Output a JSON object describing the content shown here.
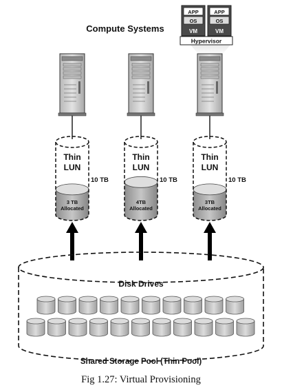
{
  "diagram": {
    "compute_title": "Compute Systems",
    "vm_boxes": [
      {
        "app": "APP",
        "os": "OS",
        "vm": "VM"
      },
      {
        "app": "APP",
        "os": "OS",
        "vm": "VM"
      }
    ],
    "hypervisor": "Hypervisor",
    "thin_luns": [
      {
        "line1": "Thin",
        "line2": "LUN",
        "size": "10 TB",
        "alloc_size": "3 TB",
        "alloc_label": "Allocated",
        "fill_level": 0.35
      },
      {
        "line1": "Thin",
        "line2": "LUN",
        "size": "10 TB",
        "alloc_size": "4TB",
        "alloc_label": "Allocated",
        "fill_level": 0.45
      },
      {
        "line1": "Thin",
        "line2": "LUN",
        "size": "10 TB",
        "alloc_size": "3TB",
        "alloc_label": "Allocated",
        "fill_level": 0.35
      }
    ],
    "disk_drives_label": "Disk Drives",
    "pool_label": "Shared Storage Pool (Thin Pool)",
    "disk_rows": [
      10,
      11
    ]
  },
  "caption": "Fig 1.27: Virtual Provisioning",
  "colors": {
    "server_body": "#d4d4d4",
    "server_dark": "#9a9a9a",
    "vm_box": "#505050",
    "disk_fill": "#c8c8c8",
    "arrow": "#000000"
  }
}
